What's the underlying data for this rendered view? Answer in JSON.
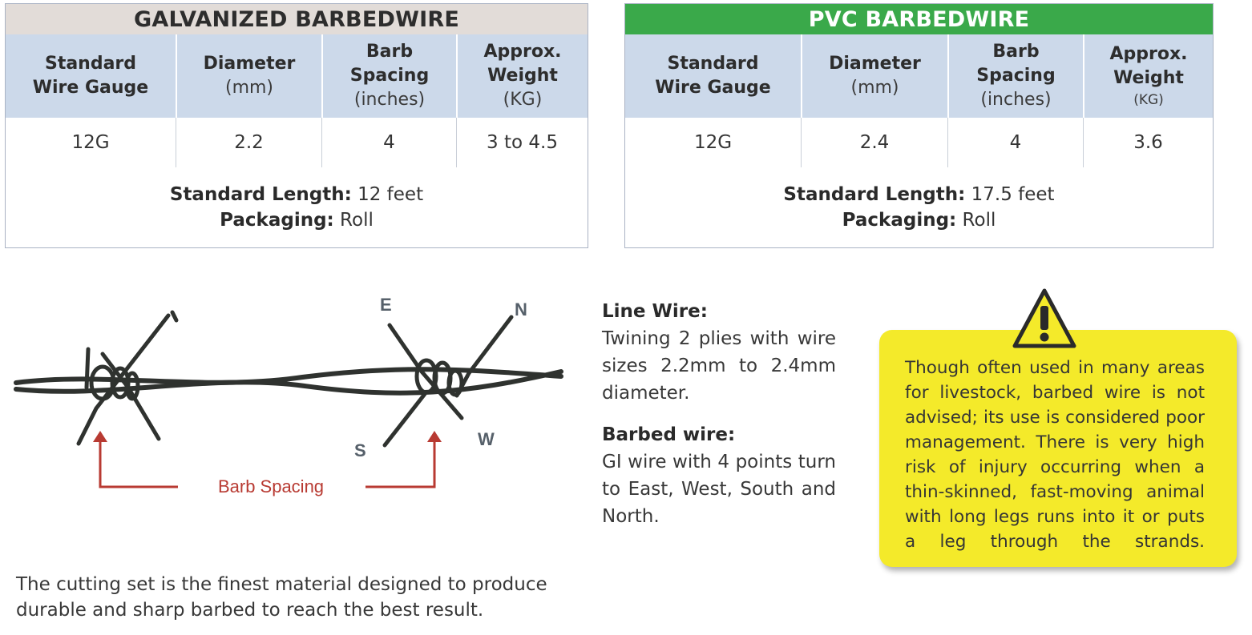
{
  "galvanized": {
    "title": "GALVANIZED BARBEDWIRE",
    "headers": [
      {
        "bold1": "Standard",
        "bold2": "Wire Gauge",
        "unit": ""
      },
      {
        "bold1": "Diameter",
        "bold2": "",
        "unit": "(mm)"
      },
      {
        "bold1": "Barb",
        "bold2": "Spacing",
        "unit": "(inches)"
      },
      {
        "bold1": "Approx.",
        "bold2": "Weight",
        "unit": "(KG)"
      }
    ],
    "row": [
      "12G",
      "2.2",
      "4",
      "3 to 4.5"
    ],
    "length_label": "Standard Length:",
    "length_value": "12 feet",
    "packaging_label": "Packaging:",
    "packaging_value": "Roll"
  },
  "pvc": {
    "title": "PVC BARBEDWIRE",
    "headers": [
      {
        "bold1": "Standard",
        "bold2": "Wire Gauge",
        "unit": ""
      },
      {
        "bold1": "Diameter",
        "bold2": "",
        "unit": "(mm)"
      },
      {
        "bold1": "Barb",
        "bold2": "Spacing",
        "unit": "(inches)"
      },
      {
        "bold1": "Approx.",
        "bold2": "Weight",
        "unit": "(KG)"
      }
    ],
    "row": [
      "12G",
      "2.4",
      "4",
      "3.6"
    ],
    "length_label": "Standard Length:",
    "length_value": "17.5 feet",
    "packaging_label": "Packaging:",
    "packaging_value": "Roll"
  },
  "diagram": {
    "directions": {
      "east": "E",
      "north": "N",
      "south": "S",
      "west": "W"
    },
    "barb_spacing_label": "Barb Spacing",
    "wire_color": "#2f322f",
    "arrow_color": "#b83a32"
  },
  "description": "The cutting set is the finest material designed to produce durable and sharp barbed to reach the best result.",
  "info": {
    "line_wire_heading": "Line Wire:",
    "line_wire_text": "Twining 2 plies with wire sizes 2.2mm to 2.4mm diameter.",
    "barbed_wire_heading": "Barbed wire:",
    "barbed_wire_text": "GI wire with 4 points turn to East, West, South and North."
  },
  "warning": {
    "icon": "warning-triangle-icon",
    "text": "Though often used in many areas for livestock, barbed wire is not advised; its use is considered poor management. There is very high risk of injury occurring when a thin-skinned, fast-moving animal with long legs runs into it or puts a leg through the strands.",
    "box_color": "#f4ea2a"
  }
}
